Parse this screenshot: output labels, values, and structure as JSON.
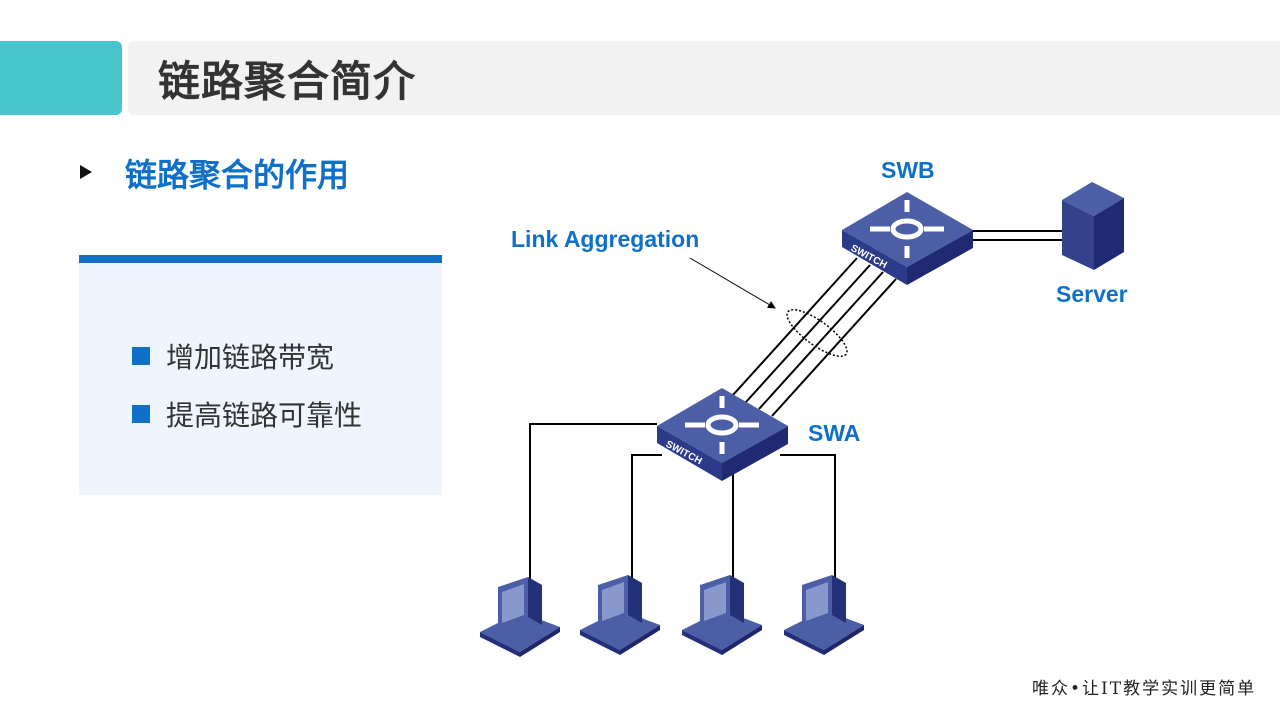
{
  "header": {
    "title": "链路聚合简介"
  },
  "section": {
    "subtitle": "链路聚合的作用",
    "items": [
      "增加链路带宽",
      "提高链路可靠性"
    ]
  },
  "diagram": {
    "labels": {
      "swb": "SWB",
      "swa": "SWA",
      "server": "Server",
      "link_aggregation": "Link Aggregation",
      "switch_text": "SWITCH"
    },
    "colors": {
      "device_top": "#4b5ea6",
      "device_side": "#23307a",
      "label": "#1070c8"
    }
  },
  "footer": {
    "slogan": "唯众•让IT教学实训更简单"
  }
}
